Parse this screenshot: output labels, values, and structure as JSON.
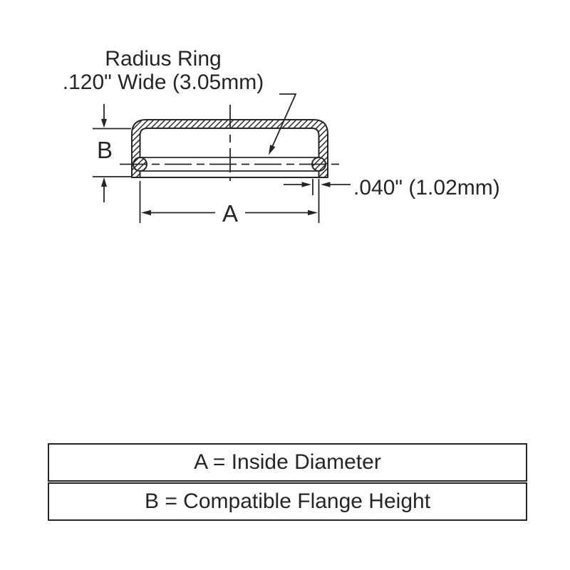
{
  "page": {
    "background_color": "#ffffff",
    "line_color": "#262626"
  },
  "drawing": {
    "callout": {
      "line1": "Radius Ring",
      "line2": ".120\" Wide (3.05mm)"
    },
    "dimensions": {
      "inside_diameter_label": "A",
      "flange_height_label": "B",
      "wall_thickness_label": ".040\" (1.02mm)"
    }
  },
  "legend": {
    "rows": [
      {
        "text": "A = Inside Diameter"
      },
      {
        "text": "B = Compatible Flange Height"
      }
    ]
  }
}
